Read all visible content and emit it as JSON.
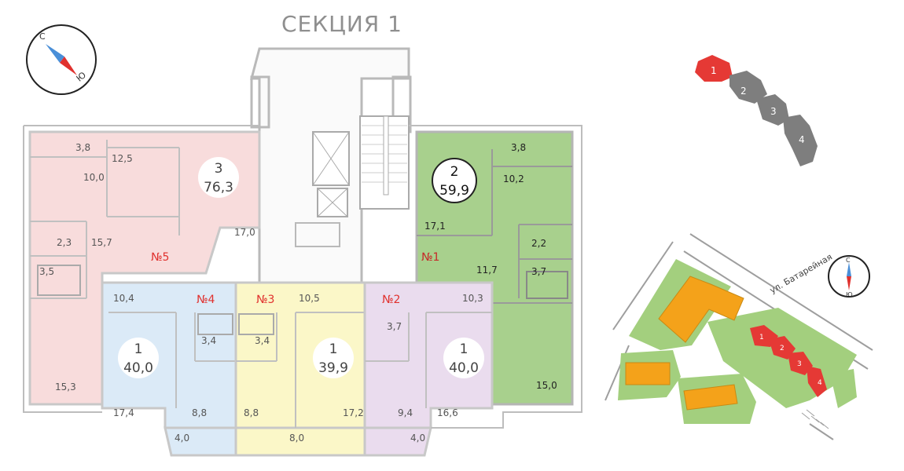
{
  "section_title": "СЕКЦИЯ 1",
  "compass": {
    "north": "С",
    "south": "Ю"
  },
  "colors": {
    "apt1": "#a8d08d",
    "apt2": "#eadcee",
    "apt3": "#fbf7c8",
    "apt4": "#dbeaf7",
    "apt5": "#f8dcdc",
    "label_red": "#e0312e",
    "building_red": "#e53935",
    "building_grey": "#7e7e7e",
    "building_orange": "#f4a21a",
    "grass": "#a3cf7e"
  },
  "apartments": [
    {
      "no": "№1",
      "rooms": "2",
      "area": "59,9"
    },
    {
      "no": "№2",
      "rooms": "1",
      "area": "40,0"
    },
    {
      "no": "№3",
      "rooms": "1",
      "area": "39,9"
    },
    {
      "no": "№4",
      "rooms": "1",
      "area": "40,0"
    },
    {
      "no": "№5",
      "rooms": "3",
      "area": "76,3"
    }
  ],
  "rooms": {
    "a5_balcony": "3,8",
    "a5_kitchen": "10,0",
    "a5_room1": "12,5",
    "a5_room2": "17,0",
    "a5_hall": "15,7",
    "a5_wc": "2,3",
    "a5_bath": "3,5",
    "a5_room3": "15,3",
    "a1_balcony": "3,8",
    "a1_kitchen": "10,2",
    "a1_room1": "17,1",
    "a1_wc": "2,2",
    "a1_hall": "11,7",
    "a1_bath": "3,7",
    "a1_room2": "15,0",
    "a4_kitchen": "10,4",
    "a4_bath": "3,4",
    "a4_room": "17,4",
    "a4_hall": "8,8",
    "a4_balcony": "4,0",
    "a3_kitchen": "10,5",
    "a3_bath": "3,4",
    "a3_hall": "8,8",
    "a3_room": "17,2",
    "a3_balcony": "8,0",
    "a2_kitchen": "10,3",
    "a2_bath": "3,7",
    "a2_hall": "9,4",
    "a2_room": "16,6",
    "a2_balcony": "4,0"
  },
  "key_plan": {
    "sections": [
      "1",
      "2",
      "3",
      "4"
    ]
  },
  "site_plan": {
    "street": "ул. Батарейная",
    "sections": [
      "1",
      "2",
      "3",
      "4"
    ]
  }
}
